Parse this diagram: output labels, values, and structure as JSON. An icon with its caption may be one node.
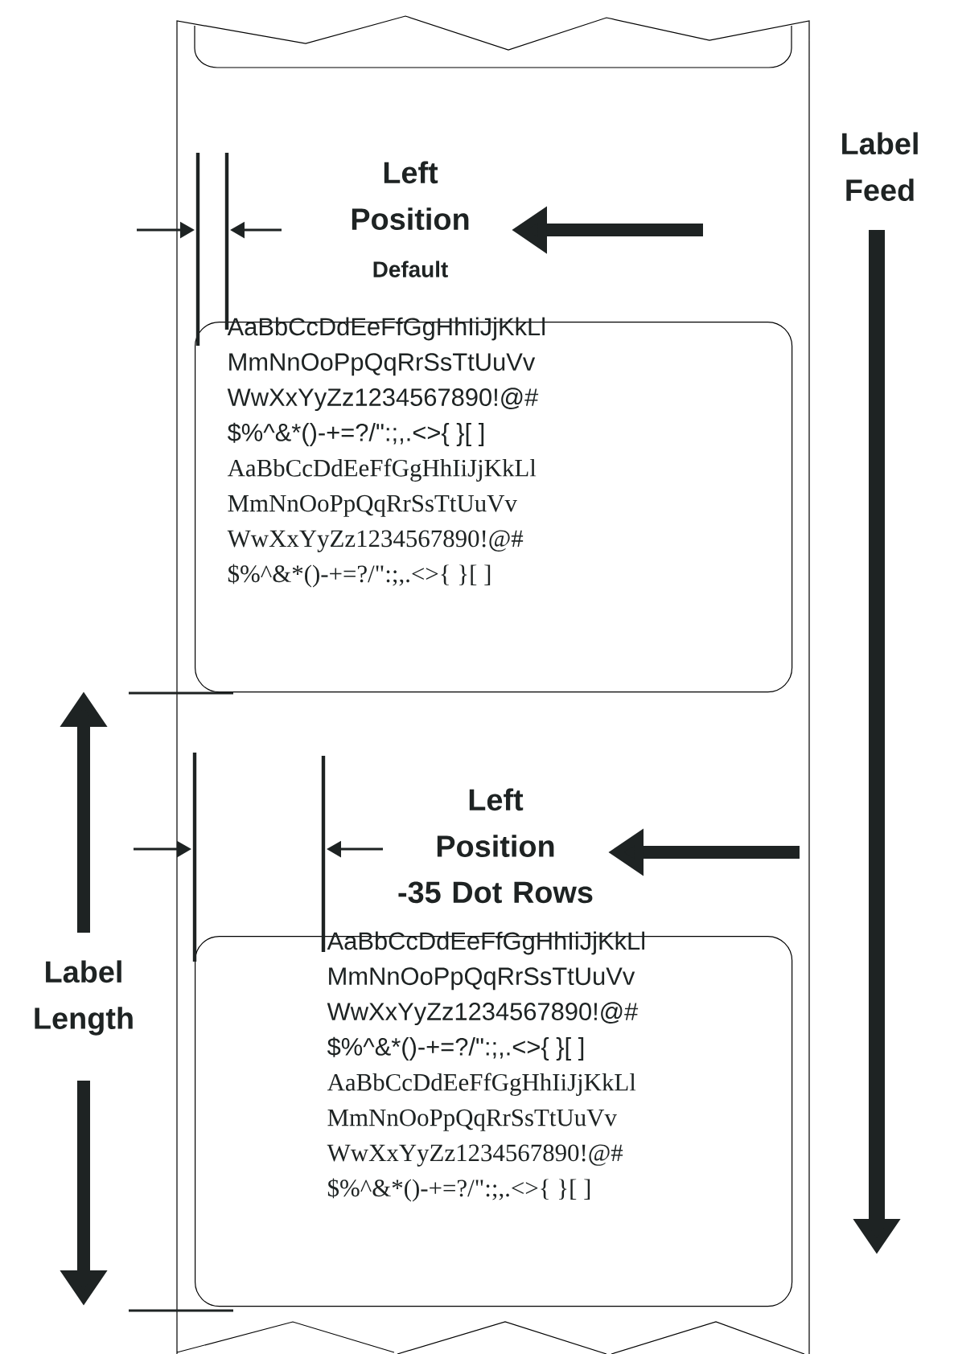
{
  "diagram": {
    "nodes": [
      {
        "text": [
          "AaBbCcDdEeFfGgHhIiJjKkLl",
          "MmNnOoPpQqRrSsTtUuVv",
          "WwXxYyZz1234567890!@#",
          "$%^&*()-+=?/\":;,.<>{ }[ ]",
          "AaBbCcDdEeFfGgHhIiJjKkLl",
          "MmNnOoPpQqRrSsTtUuVv",
          "WwXxYyZz1234567890!@#",
          "$%^&*()-+=?/\":;,.<>{ }[ ]"
        ]
      },
      {
        "text": [
          "AaBbCcDdEeFfGgHhIiJjKkLl",
          "MmNnOoPpQqRrSsTtUuVv",
          "WwXxYyZz1234567890!@#",
          "$%^&*()-+=?/\":;,.<>{ }[ ]",
          "AaBbCcDdEeFfGgHhIiJjKkLl",
          "MmNnOoPpQqRrSsTtUuVv",
          "WwXxYyZz1234567890!@#",
          "$%^&*()-+=?/\":;,.<>{ }[ ]"
        ]
      }
    ],
    "labels": [
      "Left Position",
      "Default",
      "Label Feed",
      "Left Position",
      "-35 Dot Rows",
      "Label Length"
    ]
  }
}
